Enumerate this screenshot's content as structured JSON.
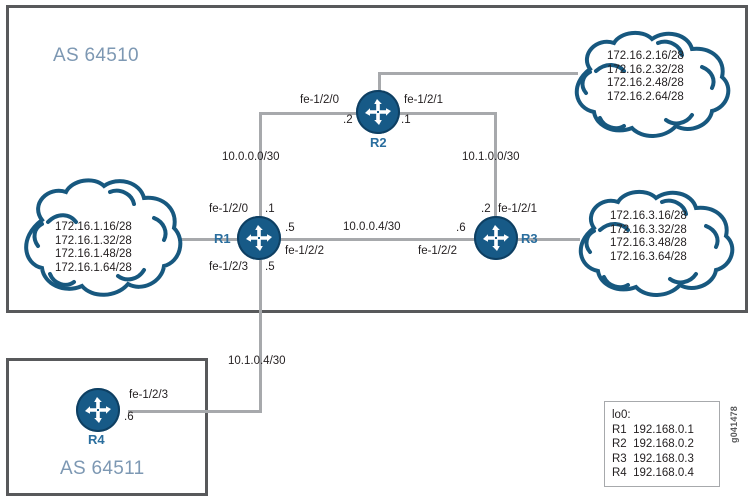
{
  "diagram": {
    "title": "BGP network topology",
    "watermark": "g041478",
    "colors": {
      "as_border": "#58595b",
      "as_label": "#7d98b3",
      "link": "#a7a9ac",
      "router_fill": "#175a87",
      "router_label": "#2a6e9e",
      "cloud_stroke": "#17587f",
      "text": "#231f20"
    }
  },
  "autonomous_systems": [
    {
      "id": "as-64510",
      "label": "AS 64510"
    },
    {
      "id": "as-64511",
      "label": "AS 64511"
    }
  ],
  "routers": [
    {
      "id": "r1",
      "name": "R1"
    },
    {
      "id": "r2",
      "name": "R2"
    },
    {
      "id": "r3",
      "name": "R3"
    },
    {
      "id": "r4",
      "name": "R4"
    }
  ],
  "clouds": [
    {
      "id": "cloud-left",
      "attached_to": "R1",
      "prefixes": "172.16.1.16/28\n172.16.1.32/28\n172.16.1.48/28\n172.16.1.64/28"
    },
    {
      "id": "cloud-top-right",
      "attached_to": "R2",
      "prefixes": "172.16.2.16/28\n172.16.2.32/28\n172.16.2.48/28\n172.16.2.64/28"
    },
    {
      "id": "cloud-right",
      "attached_to": "R3",
      "prefixes": "172.16.3.16/28\n172.16.3.32/28\n172.16.3.48/28\n172.16.3.64/28"
    }
  ],
  "subnets": {
    "r1_r2": "10.0.0.0/30",
    "r1_r3": "10.0.0.4/30",
    "r2_r3": "10.1.0.0/30",
    "r1_r4": "10.1.0.4/30"
  },
  "interfaces": {
    "r2_left_name": "fe-1/2/0",
    "r2_left_addr": ".2",
    "r2_right_name": "fe-1/2/1",
    "r2_right_addr": ".1",
    "r1_top_name": "fe-1/2/0",
    "r1_top_addr": ".1",
    "r1_right_addr": ".5",
    "r1_right_name": "fe-1/2/2",
    "r1_bottom_name": "fe-1/2/3",
    "r1_bottom_addr": ".5",
    "r3_top_addr": ".2",
    "r3_top_name": "fe-1/2/1",
    "r3_left_addr": ".6",
    "r3_left_name": "fe-1/2/2",
    "r4_name": "fe-1/2/3",
    "r4_addr": ".6"
  },
  "legend": {
    "text": "lo0:\nR1  192.168.0.1\nR2  192.168.0.2\nR3  192.168.0.3\nR4  192.168.0.4"
  }
}
